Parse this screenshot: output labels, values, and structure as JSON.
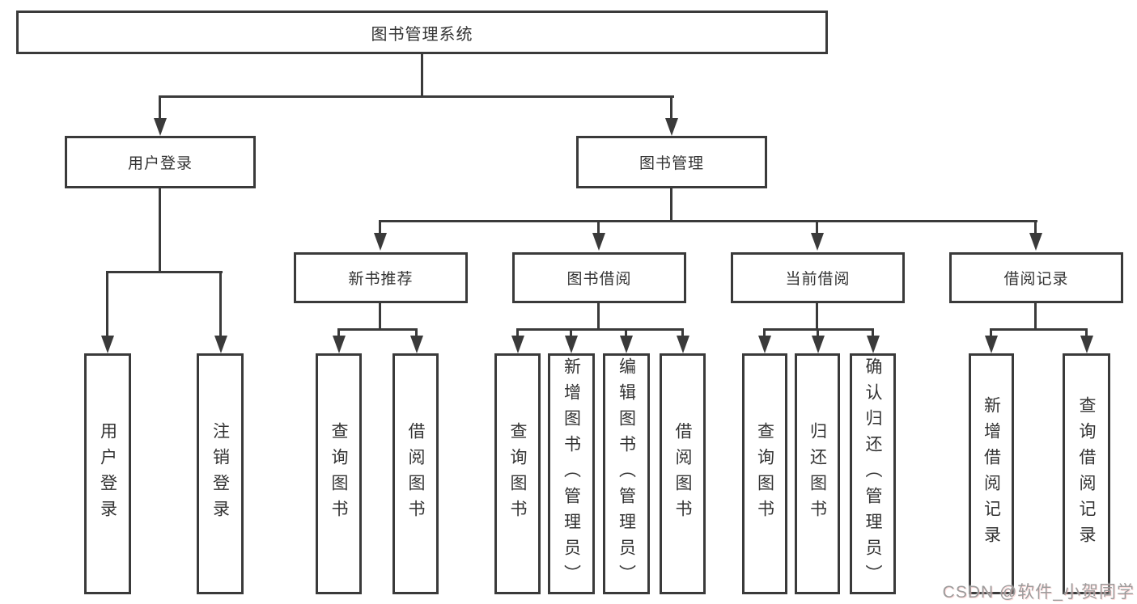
{
  "diagram": {
    "title": "图书管理系统",
    "nodes": {
      "root": "图书管理系统",
      "user_login": "用户登录",
      "book_mgmt": "图书管理",
      "new_book_rec": "新书推荐",
      "book_borrow": "图书借阅",
      "current_borrow": "当前借阅",
      "borrow_record": "借阅记录",
      "leaf_user_login": "用户登录",
      "leaf_logout": "注销登录",
      "leaf_nbr_query": "查询图书",
      "leaf_nbr_borrow": "借阅图书",
      "leaf_bb_query": "查询图书",
      "leaf_bb_add": "新增图书（管理员）",
      "leaf_bb_edit": "编辑图书（管理员）",
      "leaf_bb_borrow": "借阅图书",
      "leaf_cb_query": "查询图书",
      "leaf_cb_return": "归还图书",
      "leaf_cb_confirm": "确认归还（管理员）",
      "leaf_br_add": "新增借阅记录",
      "leaf_br_query": "查询借阅记录"
    },
    "colors": {
      "line": "#3a3a3a",
      "text": "#333333",
      "background": "#ffffff",
      "watermark": "#9c9c9c"
    }
  },
  "watermark": "CSDN @软件_小贺同学"
}
